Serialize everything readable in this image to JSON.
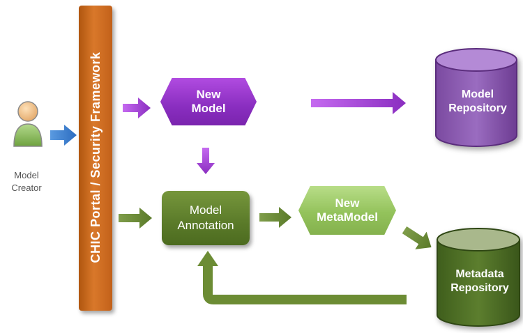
{
  "portal": {
    "label": "CHIC Portal / Security  Framework"
  },
  "actor": {
    "label": "Model\nCreator",
    "icon": "user-icon"
  },
  "nodes": {
    "new_model": "New\nModel",
    "model_annotation": "Model\nAnnotation",
    "new_metamodel": "New\nMetaModel",
    "model_repository": "Model\nRepository",
    "metadata_repository": "Metadata\nRepository"
  },
  "colors": {
    "portal": "#c96a1e",
    "purple": "#8a2ec0",
    "dark_green": "#5a7a29",
    "light_green": "#93c25b",
    "blue_arrow": "#3b7fd0"
  }
}
